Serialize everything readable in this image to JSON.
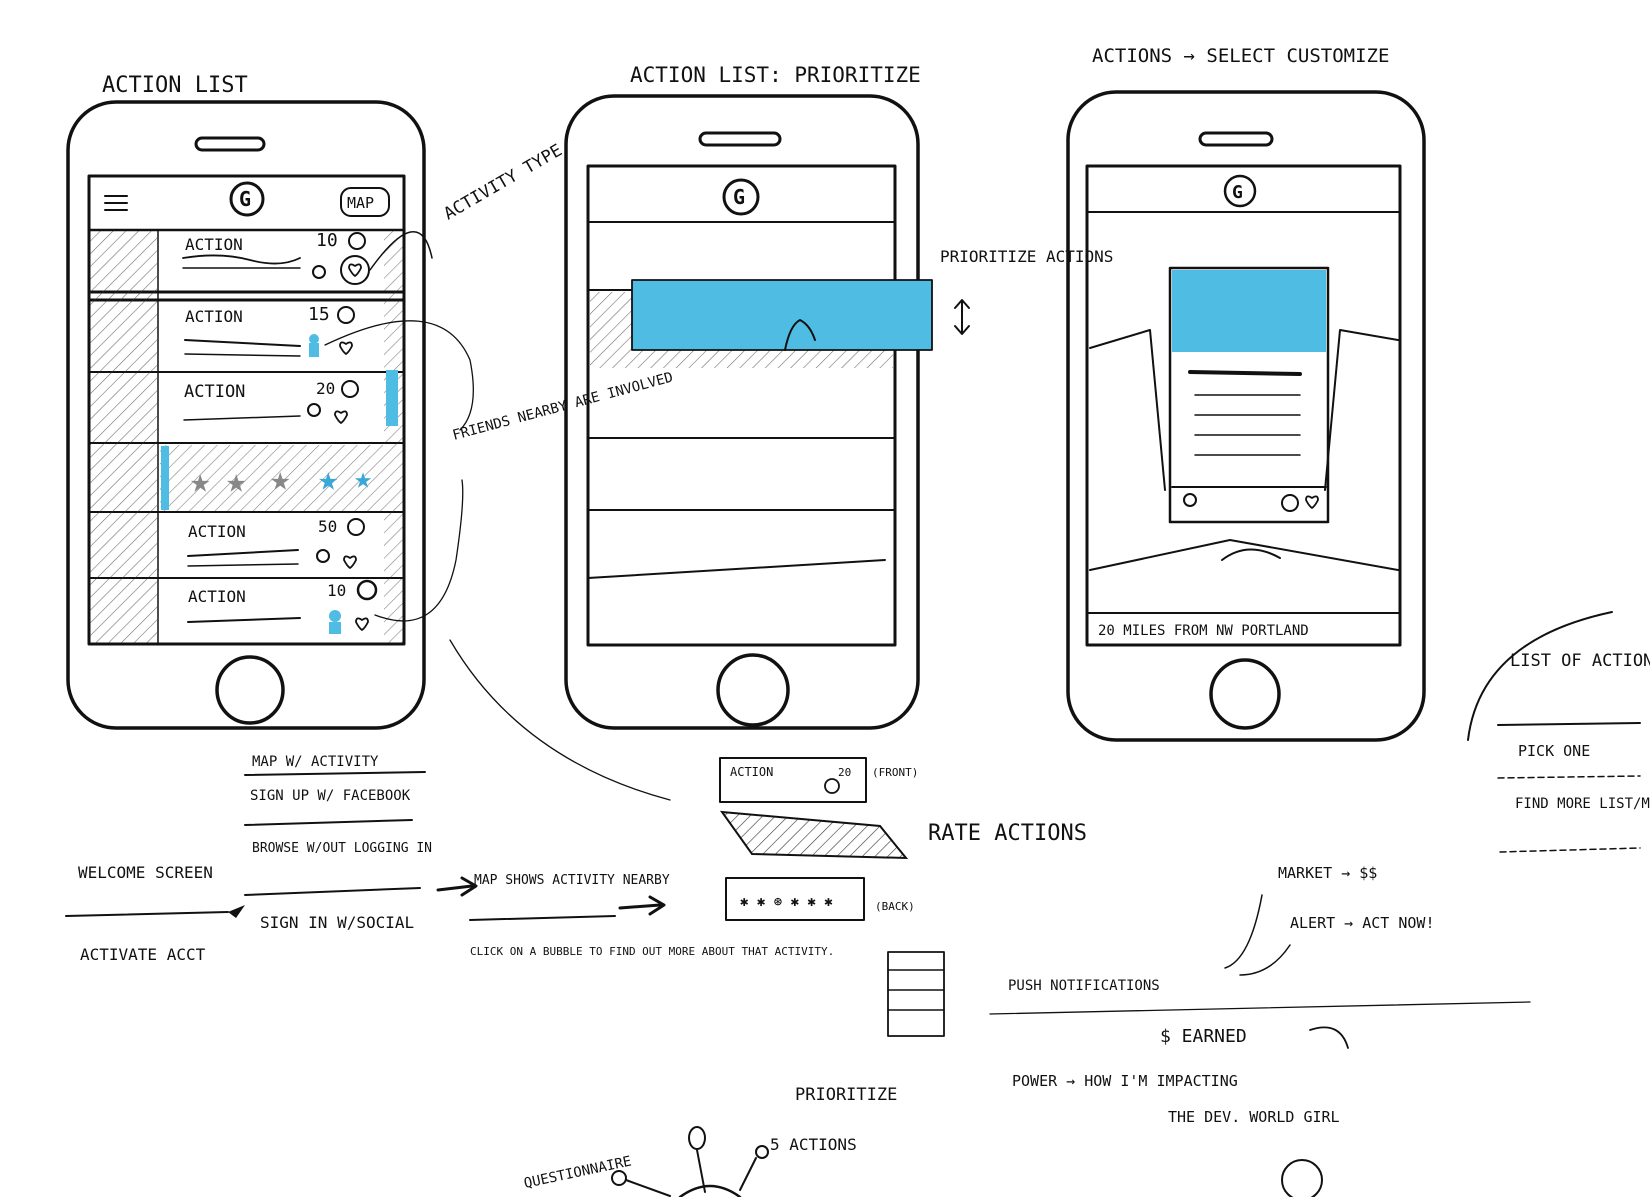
{
  "colors": {
    "ink": "#111111",
    "accent_blue": "#4fbce3",
    "paper": "#ffffff"
  },
  "phone1": {
    "title": "ACTION LIST",
    "logo": "G",
    "map_button": "MAP",
    "menu_icon": "hamburger-icon",
    "rows": [
      {
        "label": "ACTION",
        "points": "10"
      },
      {
        "label": "ACTION",
        "points": "15"
      },
      {
        "label": "ACTION",
        "points": "20"
      },
      {
        "label": "",
        "points": ""
      },
      {
        "label": "ACTION",
        "points": "50"
      },
      {
        "label": "ACTION",
        "points": "10"
      }
    ],
    "note_activity": "ACTIVITY TYPE",
    "note_friends": "FRIENDS NEARBY ARE INVOLVED"
  },
  "phone2": {
    "title": "ACTION LIST: PRIORITIZE",
    "logo": "G",
    "note": "PRIORITIZE ACTIONS"
  },
  "phone3": {
    "title": "ACTIONS → SELECT CUSTOMIZE",
    "logo": "G",
    "footer": "20 MILES FROM NW PORTLAND"
  },
  "flow": {
    "welcome": "WELCOME SCREEN",
    "activate": "ACTIVATE ACCT",
    "option_map": "MAP W/ ACTIVITY",
    "option_signup": "SIGN UP W/ FACEBOOK",
    "option_browse": "BROWSE W/OUT LOGGING IN",
    "option_social": "SIGN IN W/SOCIAL",
    "map_shows": "MAP SHOWS ACTIVITY NEARBY",
    "click_bubble": "CLICK ON A BUBBLE TO FIND OUT MORE ABOUT THAT ACTIVITY."
  },
  "cards": {
    "front_label": "ACTION",
    "front_points": "20",
    "front_tag": "(FRONT)",
    "back_tag": "(BACK)",
    "rate_actions": "RATE ACTIONS"
  },
  "right_notes": {
    "list_of_actions": "LIST OF ACTIONS",
    "pick_one": "PICK ONE",
    "find_more": "FIND MORE LIST/MAP",
    "market": "MARKET → $$",
    "alert": "ALERT → ACT NOW!",
    "push": "PUSH NOTIFICATIONS",
    "earned": "$ EARNED",
    "power": "POWER → HOW I'M IMPACTING",
    "world": "THE DEV. WORLD GIRL"
  },
  "bottom": {
    "prioritize": "PRIORITIZE",
    "five_actions": "5 ACTIONS",
    "questionnaire": "QUESTIONNAIRE"
  }
}
